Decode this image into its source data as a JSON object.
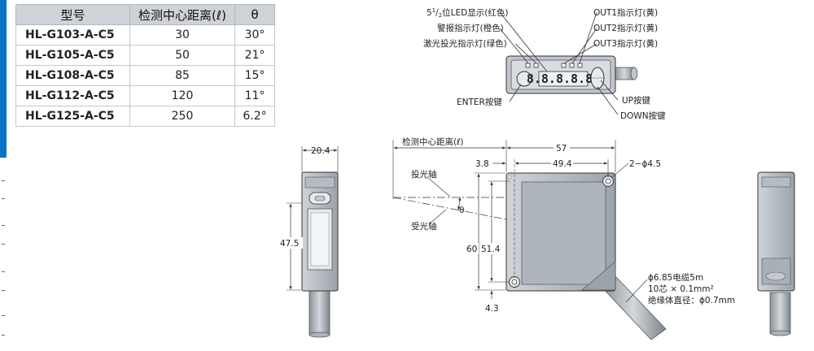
{
  "spec_table": {
    "headers": [
      "型号",
      "检测中心距离(ℓ)",
      "θ"
    ],
    "rows": [
      {
        "model": "HL-G103-A-C5",
        "distance": "30",
        "angle": "30°"
      },
      {
        "model": "HL-G105-A-C5",
        "distance": "50",
        "angle": "21°"
      },
      {
        "model": "HL-G108-A-C5",
        "distance": "85",
        "angle": "15°"
      },
      {
        "model": "HL-G112-A-C5",
        "distance": "120",
        "angle": "11°"
      },
      {
        "model": "HL-G125-A-C5",
        "distance": "250",
        "angle": "6.2°"
      }
    ]
  },
  "panel": {
    "labels": {
      "led_display_prefix": "5",
      "led_display_sup": "1",
      "led_display_sub": "2",
      "led_display_rest": "位LED显示(红色)",
      "alarm": "警报指示灯(橙色)",
      "laser": "激光投光指示灯(绿色)",
      "out1": "OUT1指示灯(黄)",
      "out2": "OUT2指示灯(黄)",
      "out3": "OUT3指示灯(黄)",
      "enter": "ENTER按键",
      "up": "UP按键",
      "down": "DOWN按键"
    },
    "display_value": "8.8.8.8.8."
  },
  "front_view": {
    "width": "20.4",
    "height": "47.5"
  },
  "side_view": {
    "distance_label": "检测中心距离(ℓ)",
    "emit_axis": "投光轴",
    "receive_axis": "受光轴",
    "theta": "θ",
    "dims": {
      "total_width": "57",
      "offset": "3.8",
      "hole_spacing": "49.4",
      "holes": "2−ϕ4.5",
      "height": "60",
      "hole_height": "51.4",
      "bottom": "4.3"
    },
    "cable": {
      "line1": "ϕ6.85电缆5m",
      "line2": "10芯 × 0.1mm²",
      "line3": "绝缘体直径：ϕ0.7mm"
    }
  }
}
